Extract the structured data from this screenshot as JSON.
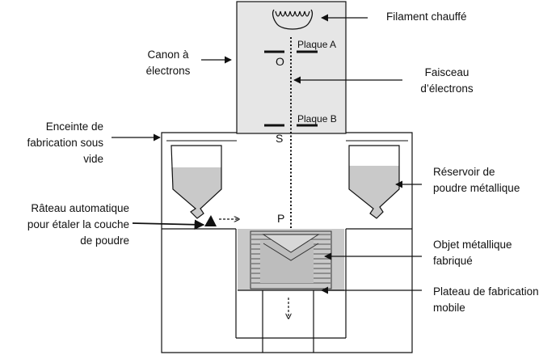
{
  "labels": {
    "filament": "Filament chauffé",
    "canon_line1": "Canon à",
    "canon_line2": "électrons",
    "plaque_a": "Plaque A",
    "point_o": "O",
    "faisceau_line1": "Faisceau",
    "faisceau_line2": "d’électrons",
    "plaque_b": "Plaque B",
    "point_s": "S",
    "enceinte_line1": "Enceinte de",
    "enceinte_line2": "fabrication sous",
    "enceinte_line3": "vide",
    "reservoir_line1": "Réservoir de",
    "reservoir_line2": "poudre métallique",
    "rateau_line1": "Râteau automatique",
    "rateau_line2": "pour étaler la couche",
    "rateau_line3": "de poudre",
    "point_p": "P",
    "objet_line1": "Objet métallique",
    "objet_line2": "fabriqué",
    "plateau_line1": "Plateau de fabrication",
    "plateau_line2": "mobile"
  },
  "colors": {
    "gun_fill": "#e6e6e6",
    "powder_fill": "#c9c9c9",
    "line": "#111111"
  }
}
